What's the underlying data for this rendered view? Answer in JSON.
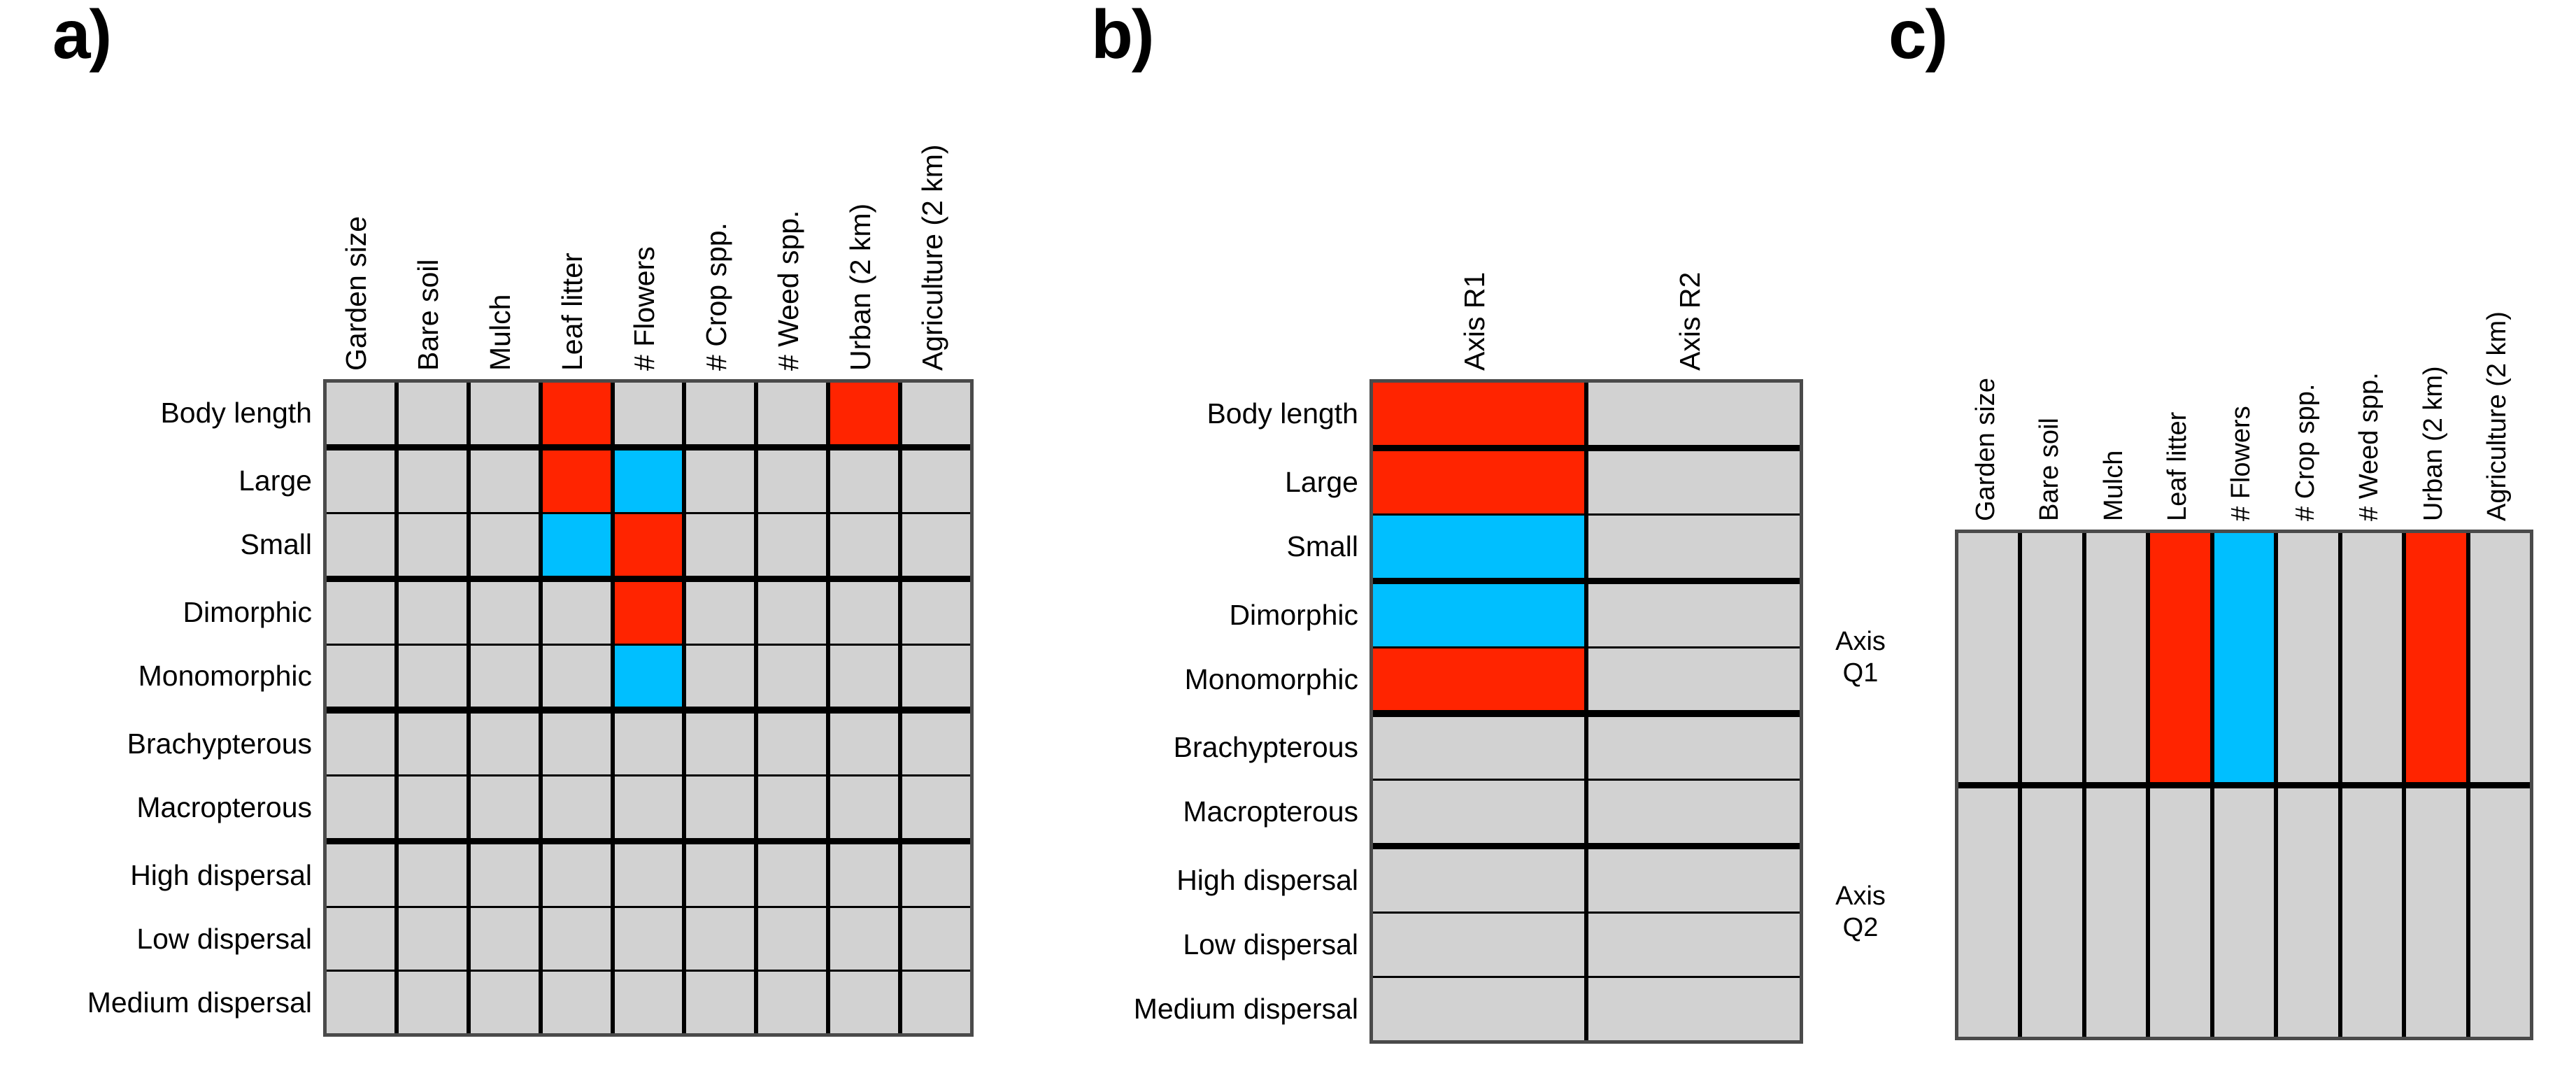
{
  "figure": {
    "panels": [
      {
        "letter": "a)",
        "columns": [
          "Garden size",
          "Bare soil",
          "Mulch",
          "Leaf litter",
          "# Flowers",
          "# Crop spp.",
          "# Weed spp.",
          "Urban (2 km)",
          "Agriculture (2 km)"
        ],
        "rows": [
          "Body length",
          "Large",
          "Small",
          "Dimorphic",
          "Monomorphic",
          "Brachypterous",
          "Macropterous",
          "High dispersal",
          "Low dispersal",
          "Medium dispersal"
        ],
        "row_groups": [
          1,
          2,
          2,
          2,
          3
        ],
        "cells": [
          [
            "grey",
            "grey",
            "grey",
            "red",
            "grey",
            "grey",
            "grey",
            "red",
            "grey"
          ],
          [
            "grey",
            "grey",
            "grey",
            "red",
            "blue",
            "grey",
            "grey",
            "grey",
            "grey"
          ],
          [
            "grey",
            "grey",
            "grey",
            "blue",
            "red",
            "grey",
            "grey",
            "grey",
            "grey"
          ],
          [
            "grey",
            "grey",
            "grey",
            "grey",
            "red",
            "grey",
            "grey",
            "grey",
            "grey"
          ],
          [
            "grey",
            "grey",
            "grey",
            "grey",
            "blue",
            "grey",
            "grey",
            "grey",
            "grey"
          ],
          [
            "grey",
            "grey",
            "grey",
            "grey",
            "grey",
            "grey",
            "grey",
            "grey",
            "grey"
          ],
          [
            "grey",
            "grey",
            "grey",
            "grey",
            "grey",
            "grey",
            "grey",
            "grey",
            "grey"
          ],
          [
            "grey",
            "grey",
            "grey",
            "grey",
            "grey",
            "grey",
            "grey",
            "grey",
            "grey"
          ],
          [
            "grey",
            "grey",
            "grey",
            "grey",
            "grey",
            "grey",
            "grey",
            "grey",
            "grey"
          ],
          [
            "grey",
            "grey",
            "grey",
            "grey",
            "grey",
            "grey",
            "grey",
            "grey",
            "grey"
          ]
        ]
      },
      {
        "letter": "b)",
        "columns": [
          "Axis R1",
          "Axis R2"
        ],
        "rows": [
          "Body length",
          "Large",
          "Small",
          "Dimorphic",
          "Monomorphic",
          "Brachypterous",
          "Macropterous",
          "High dispersal",
          "Low dispersal",
          "Medium dispersal"
        ],
        "row_groups": [
          1,
          2,
          2,
          2,
          3
        ],
        "cells": [
          [
            "red",
            "grey"
          ],
          [
            "red",
            "grey"
          ],
          [
            "blue",
            "grey"
          ],
          [
            "blue",
            "grey"
          ],
          [
            "red",
            "grey"
          ],
          [
            "grey",
            "grey"
          ],
          [
            "grey",
            "grey"
          ],
          [
            "grey",
            "grey"
          ],
          [
            "grey",
            "grey"
          ],
          [
            "grey",
            "grey"
          ]
        ]
      },
      {
        "letter": "c)",
        "columns": [
          "Garden size",
          "Bare soil",
          "Mulch",
          "Leaf litter",
          "# Flowers",
          "# Crop spp.",
          "# Weed spp.",
          "Urban (2 km)",
          "Agriculture (2 km)"
        ],
        "rows": [
          "Axis Q1",
          "Axis Q2"
        ],
        "row_groups": [
          1,
          1
        ],
        "cells": [
          [
            "grey",
            "grey",
            "grey",
            "red",
            "blue",
            "grey",
            "grey",
            "red",
            "grey"
          ],
          [
            "grey",
            "grey",
            "grey",
            "grey",
            "grey",
            "grey",
            "grey",
            "grey",
            "grey"
          ]
        ]
      }
    ],
    "colors": {
      "positive": "#ff2400",
      "negative": "#00bfff",
      "neutral": "#d2d2d2",
      "border": "#000000"
    }
  }
}
